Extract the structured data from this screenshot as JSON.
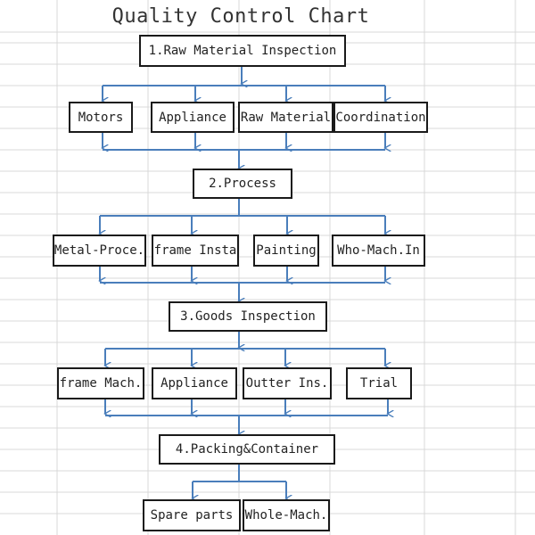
{
  "title": "Quality Control Chart",
  "stages": [
    {
      "label": "1.Raw Material Inspection",
      "items": [
        "Motors",
        "Appliance",
        "Raw Material",
        "Coordination"
      ]
    },
    {
      "label": "2.Process",
      "items": [
        "Metal-Proce.",
        "frame Insta",
        "Painting",
        "Who-Mach.In"
      ]
    },
    {
      "label": "3.Goods Inspection",
      "items": [
        "frame Mach.",
        "Appliance",
        "Outter Ins.",
        "Trial"
      ]
    },
    {
      "label": "4.Packing&Container",
      "items": [
        "Spare parts",
        "Whole-Mach."
      ]
    }
  ],
  "colors": {
    "connector": "#4a7ebb",
    "border": "#1a1a1a",
    "gridline": "#d4d4d4"
  }
}
